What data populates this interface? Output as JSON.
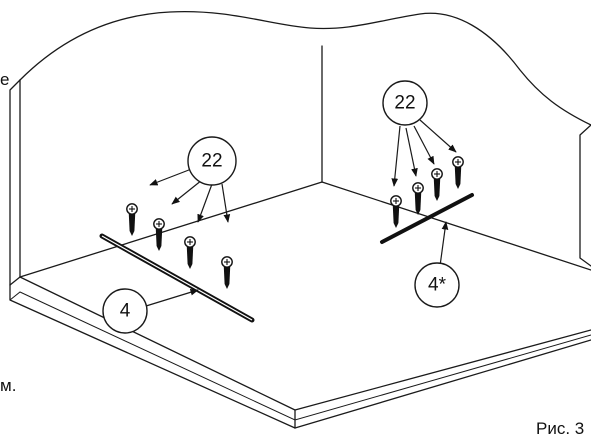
{
  "edge_text_top": "e",
  "edge_text_bottom": "м.",
  "figure_label": "Рис. 3",
  "callouts": {
    "screws_left": "22",
    "screws_right": "22",
    "rail_left": "4",
    "rail_right": "4*"
  }
}
